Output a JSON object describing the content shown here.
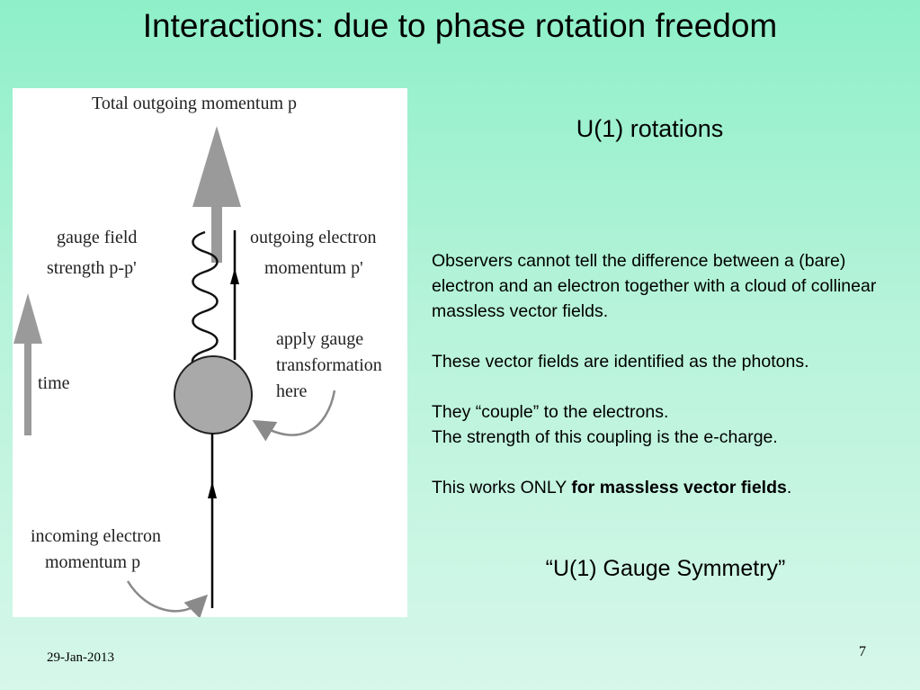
{
  "slide": {
    "title": "Interactions: due to phase rotation freedom",
    "subtitle": "U(1) rotations",
    "paragraphs": {
      "p1": "Observers cannot tell the difference between a (bare) electron and an electron together with a cloud of collinear massless vector fields.",
      "p2": "These vector fields are identified as the photons.",
      "p3a": "They “couple” to the electrons.",
      "p3b": "The strength of this coupling is the e-charge.",
      "p4_prefix": "This works ONLY ",
      "p4_bold": "for massless vector fields",
      "p4_suffix": "."
    },
    "symmetry_label": "“U(1) Gauge Symmetry”",
    "footer_date": "29-Jan-2013",
    "page_number": "7"
  },
  "figure": {
    "total_momentum": "Total outgoing momentum p",
    "gauge_field_line1": "gauge field",
    "gauge_field_line2": "strength p-p'",
    "outgoing_line1": "outgoing electron",
    "outgoing_line2": "momentum p'",
    "apply_line1": "apply gauge",
    "apply_line2": "transformation",
    "apply_line3": "here",
    "time": "time",
    "incoming_line1": "incoming electron",
    "incoming_line2": "momentum p"
  },
  "colors": {
    "arrow_gray": "#9a9a9a",
    "vertex_fill": "#a9a9a9",
    "line_black": "#000000",
    "curve_gray": "#8a8a8a"
  }
}
